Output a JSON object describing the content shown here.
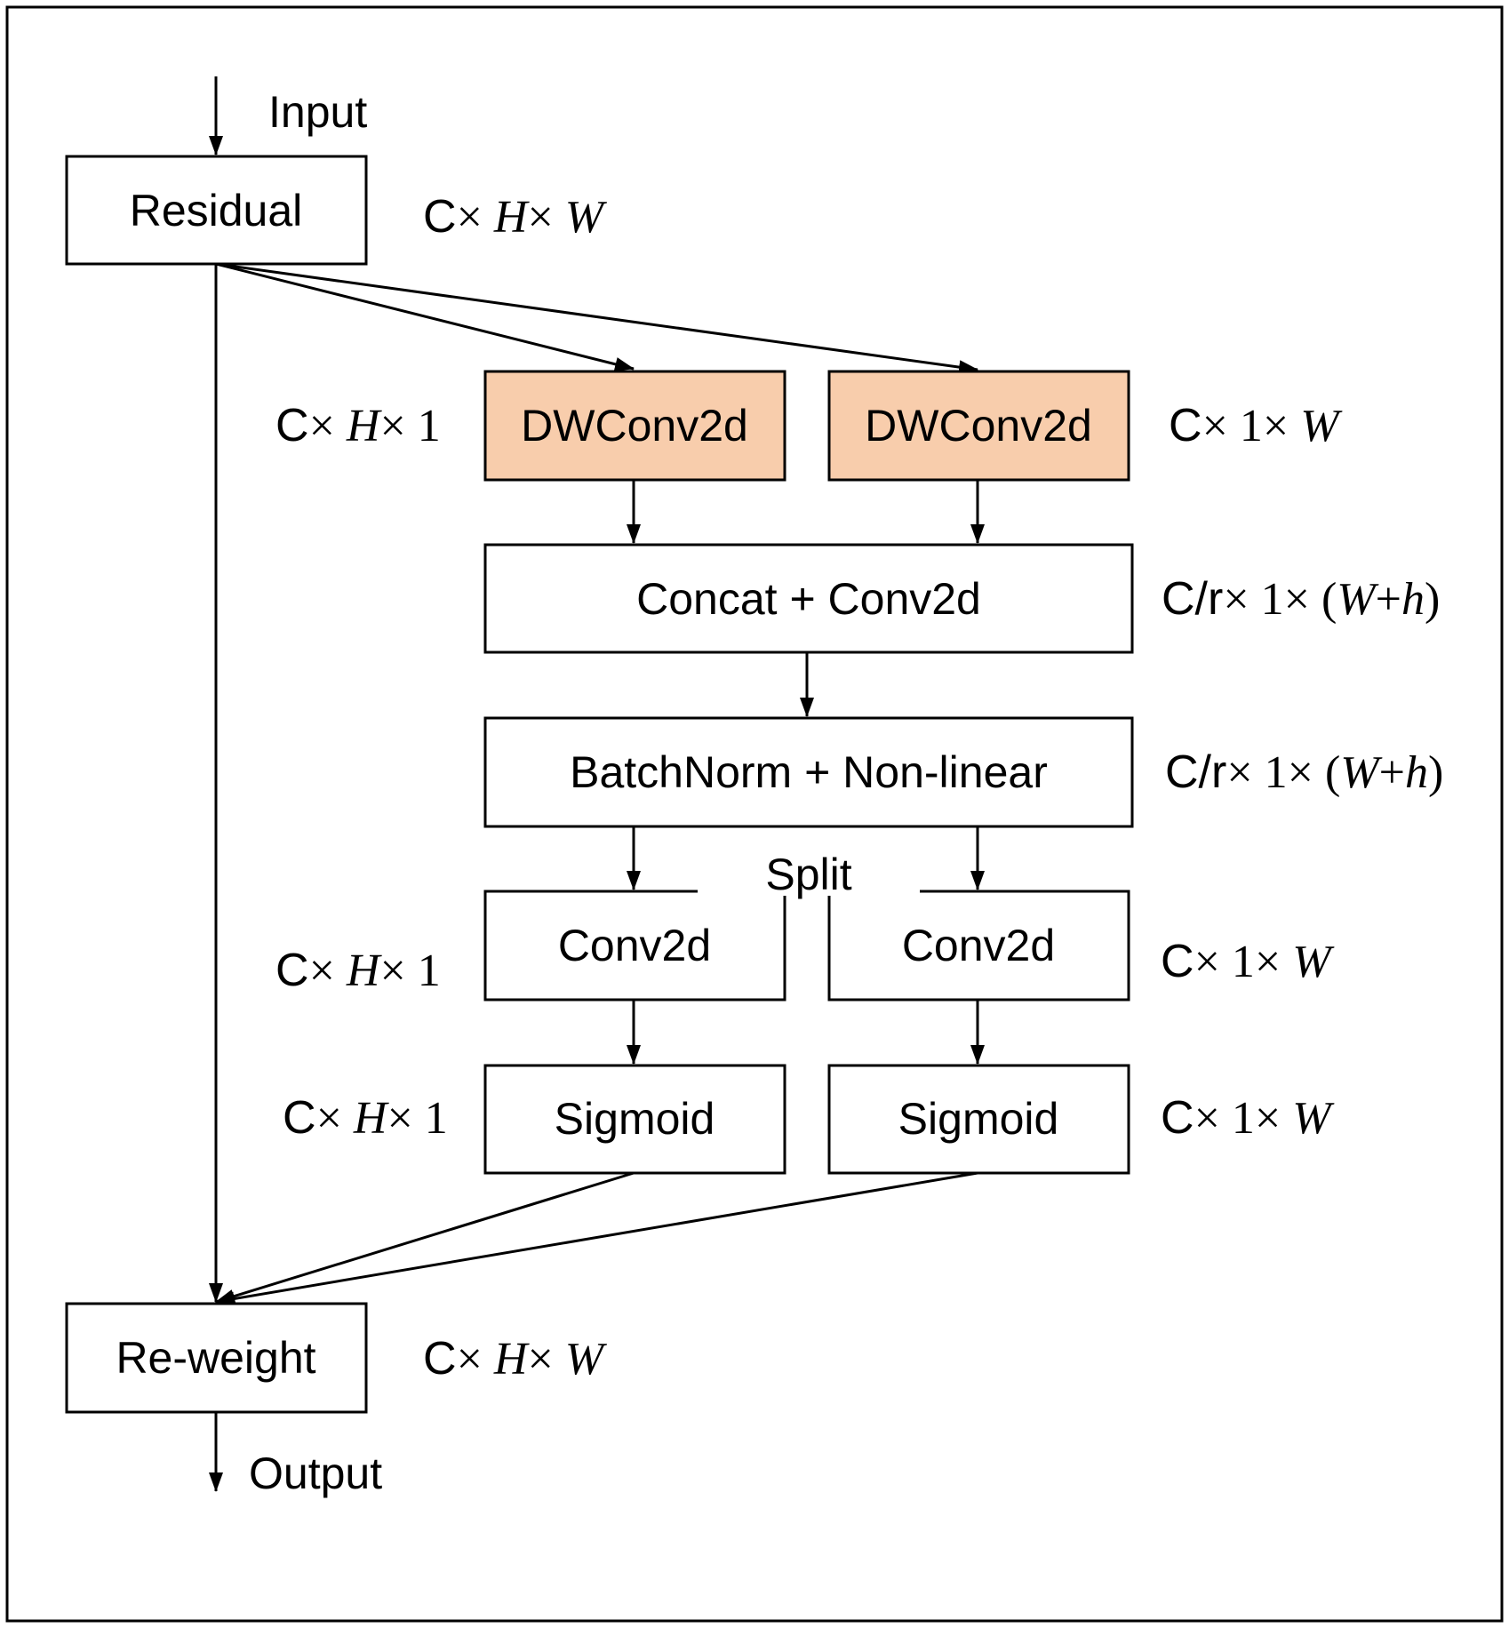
{
  "labels": {
    "input": "Input",
    "output": "Output",
    "split": "Split"
  },
  "nodes": {
    "residual": "Residual",
    "dwconv_h": "DWConv2d",
    "dwconv_w": "DWConv2d",
    "concat": "Concat + Conv2d",
    "batchnorm": "BatchNorm + Non-linear",
    "conv_h": "Conv2d",
    "conv_w": "Conv2d",
    "sigmoid_h": "Sigmoid",
    "sigmoid_w": "Sigmoid",
    "reweight": "Re-weight"
  },
  "dims": {
    "residual": "C× H× W",
    "dwconv_h": "C× H× 1",
    "dwconv_w": "C× 1× W",
    "concat": "C/r× 1× (W+h)",
    "batchnorm": "C/r× 1× (W+h)",
    "conv_h": "C× H× 1",
    "conv_w": "C× 1× W",
    "sigmoid_h": "C× H× 1",
    "sigmoid_w": "C× 1× W",
    "reweight": "C× H× W"
  },
  "colors": {
    "dwconv_fill": "#f8cdac",
    "stroke": "#000000"
  }
}
